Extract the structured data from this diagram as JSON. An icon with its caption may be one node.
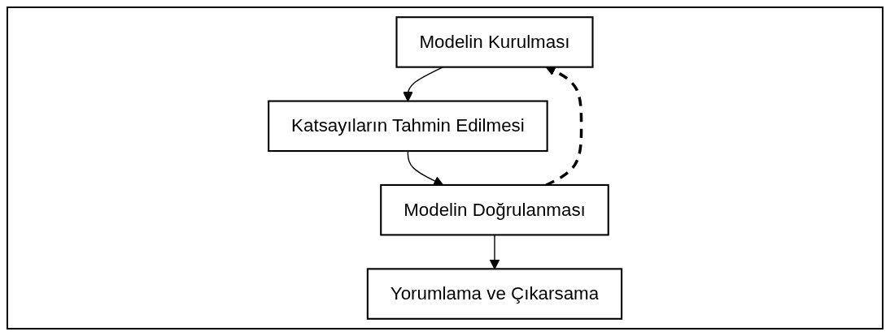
{
  "diagram": {
    "nodes": [
      {
        "text": [
          "Modelin Kurulması"
        ]
      },
      {
        "text": [
          "Katsayıların Tahmin Edilmesi"
        ]
      },
      {
        "text": [
          "Modelin Doğrulanması"
        ]
      },
      {
        "text": [
          "Yorumlama ve Çıkarsama"
        ]
      }
    ],
    "edges": [
      {
        "from": 0,
        "to": 1,
        "arrow": "to"
      },
      {
        "from": 1,
        "to": 2,
        "arrow": "to"
      },
      {
        "from": 2,
        "to": 3,
        "arrow": "to"
      },
      {
        "from": 2,
        "to": 0,
        "arrow": "to",
        "style": "dashed"
      }
    ]
  }
}
